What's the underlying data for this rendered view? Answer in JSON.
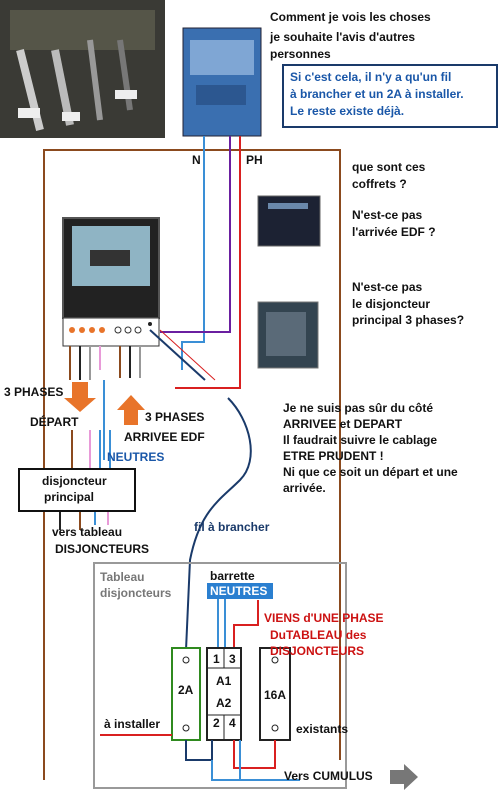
{
  "intro": {
    "line1": "Comment je vois les choses",
    "line2": "je souhaite l'avis d'autres",
    "line3": "personnes"
  },
  "note_box": {
    "line1": "Si c'est cela, il n'y a qu'un fil",
    "line2": "à brancher et un 2A à installer.",
    "line3": "Le reste existe déjà."
  },
  "labels": {
    "n": "N",
    "ph": "PH",
    "q1a": "que sont ces",
    "q1b": "coffrets ?",
    "q2a": "N'est-ce pas",
    "q2b": "l'arrivée EDF ?",
    "q3a": "N'est-ce pas",
    "q3b": "le disjoncteur",
    "q3c": "principal 3 phases?",
    "phases_depart_1": "3 PHASES",
    "phases_depart_2": "DÉPART",
    "phases_arrivee_1": "3 PHASES",
    "phases_arrivee_2": "ARRIVEE EDF",
    "neutres": "NEUTRES",
    "disj_1": "disjoncteur",
    "disj_2": "principal",
    "vers_1": "vers  tableau",
    "vers_2": "DISJONCTEURS",
    "fil": "fil à brancher",
    "unsure_1": "Je ne suis pas sûr du côté",
    "unsure_2": "ARRIVEE et DEPART",
    "unsure_3": "Il faudrait suivre le cablage",
    "unsure_4": "ETRE PRUDENT !",
    "unsure_5": "Ni que ce soit un départ et une",
    "unsure_6": "arrivée.",
    "tableau_1": "Tableau",
    "tableau_2": "disjoncteurs",
    "barrette": "barrette",
    "barrette_neutres": "NEUTRES",
    "viens_1": "VIENS d'UNE PHASE",
    "viens_2": "DuTABLEAU des",
    "viens_3": "DISJONCTEURS",
    "b2a": "2A",
    "a1": "A1",
    "a2": "A2",
    "t1": "1",
    "t3": "3",
    "t2": "2",
    "t4": "4",
    "b16a": "16A",
    "a_installer": "à installer",
    "existants": "existants",
    "vers_cumulus": "Vers CUMULUS"
  },
  "colors": {
    "brown": "#8b4a1e",
    "blue_wire": "#3a8fd6",
    "purple": "#6a1fa0",
    "red_wire": "#d92020",
    "navy": "#1a3a6a",
    "green_box": "#2f8a1f",
    "orange_arrow": "#e8742a"
  }
}
